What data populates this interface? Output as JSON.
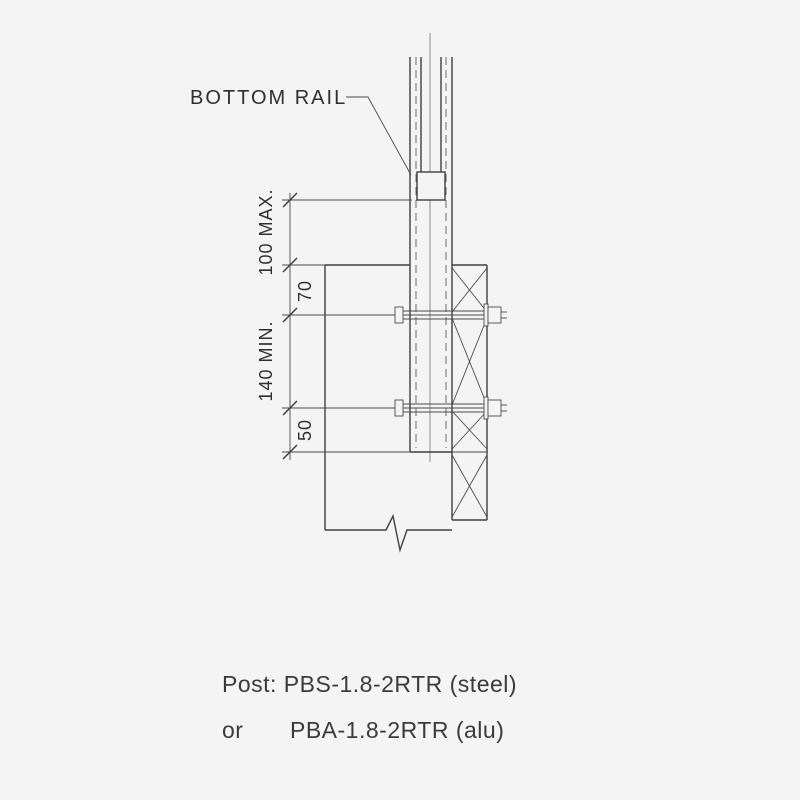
{
  "colors": {
    "background": "#f4f4f4",
    "line": "#3f3f3f",
    "text": "#2e2e2e"
  },
  "callout": {
    "label": "BOTTOM RAIL"
  },
  "dimensions": {
    "d1": "100 MAX.",
    "d2": "70",
    "d3": "140 MIN.",
    "d4": "50"
  },
  "notes": {
    "line1": "Post: PBS-1.8-2RTR (steel)",
    "line2_prefix": "or",
    "line2_text": "PBA-1.8-2RTR (alu)"
  }
}
